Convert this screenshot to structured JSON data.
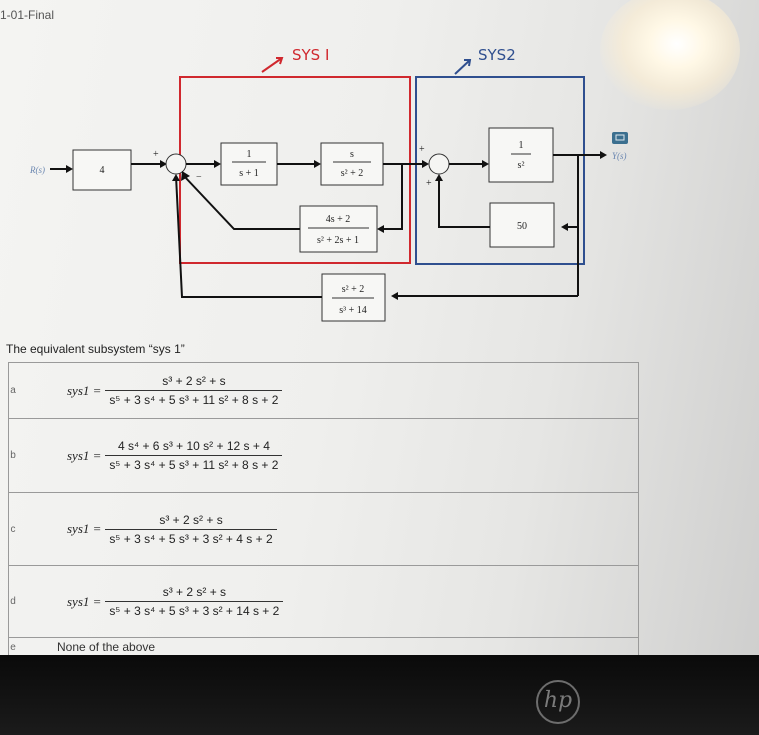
{
  "page": {
    "header": "1-01-Final"
  },
  "diagram": {
    "annotations": {
      "sys1": "SYS I",
      "sys2": "SYS2"
    },
    "input": "R(s)",
    "output": "Y(s)",
    "gain": "4",
    "block1": {
      "num": "1",
      "den": "s + 1"
    },
    "block2": {
      "num": "s",
      "den": "s² + 2"
    },
    "feedback1": {
      "num": "4s + 2",
      "den": "s² + 2s + 1"
    },
    "block3": {
      "num": "1",
      "den": "s²"
    },
    "feedback2": {
      "value": "50"
    },
    "outer_feedback": {
      "num": "s² + 2",
      "den": "s³ + 14"
    },
    "signs": {
      "sum1_top": "+",
      "sum1_bottom": "−",
      "sum2_top": "+",
      "sum2_bottom": "+"
    },
    "colors": {
      "sys1_box": "#d0282e",
      "sys2_box": "#2f4f8f",
      "annotation_red": "#d0282e",
      "annotation_blue": "#2f4f8f"
    }
  },
  "question": {
    "text": "The equivalent subsystem “sys 1”"
  },
  "options": [
    {
      "letter": "a",
      "lhs": "sys1 =",
      "num": "s³ + 2 s² + s",
      "den": "s⁵ + 3 s⁴ + 5 s³ + 11 s² + 8 s + 2"
    },
    {
      "letter": "b",
      "lhs": "sys1 =",
      "num": "4 s⁴ + 6 s³ + 10 s² + 12 s + 4",
      "den": "s⁵ + 3 s⁴ + 5 s³ + 11 s² + 8 s + 2"
    },
    {
      "letter": "c",
      "lhs": "sys1 =",
      "num": "s³ + 2 s² + s",
      "den": "s⁵ + 3 s⁴ + 5 s³ + 3 s² + 4 s + 2"
    },
    {
      "letter": "d",
      "lhs": "sys1 =",
      "num": "s³ + 2 s² + s",
      "den": "s⁵ + 3 s⁴ + 5 s³ + 3 s² + 14 s + 2"
    },
    {
      "letter": "e",
      "text": "None of the above"
    }
  ],
  "bezel": {
    "logo": "hp"
  }
}
